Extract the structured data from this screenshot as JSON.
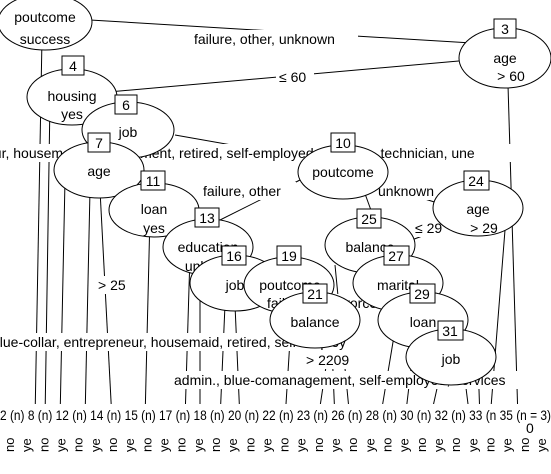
{
  "tree": {
    "nodes": [
      {
        "id": "1",
        "label": "poutcome",
        "split": "success"
      },
      {
        "id": "3",
        "label": "age",
        "split": "> 60"
      },
      {
        "id": "4",
        "label": "housing",
        "split": "yes"
      },
      {
        "id": "6",
        "label": "job",
        "split": ""
      },
      {
        "id": "7",
        "label": "age",
        "split": ""
      },
      {
        "id": "10",
        "label": "poutcome",
        "split": ""
      },
      {
        "id": "11",
        "label": "loan",
        "split": "yes"
      },
      {
        "id": "13",
        "label": "education",
        "split": "unkn"
      },
      {
        "id": "16",
        "label": "job",
        "split": ""
      },
      {
        "id": "19",
        "label": "poutcome",
        "split": "fail"
      },
      {
        "id": "21",
        "label": "balance",
        "split": ""
      },
      {
        "id": "24",
        "label": "age",
        "split": "> 29"
      },
      {
        "id": "25",
        "label": "balance",
        "split": ""
      },
      {
        "id": "27",
        "label": "marital",
        "split": ""
      },
      {
        "id": "29",
        "label": "loan",
        "split": "y"
      },
      {
        "id": "31",
        "label": "job",
        "split": ""
      }
    ],
    "edge_labels": [
      "failure, other, unknown",
      "≤ 60",
      "eur, housemaid, management, retired, self-employed, services, technician, une",
      "failure, other",
      "unknown",
      "≤ 29",
      "> 25",
      "blue-collar, entrepreneur, housemaid, retired, self-employ",
      "divorced",
      "> 2209",
      "admin., blue-comanagement, self-employed, services"
    ],
    "leaf_text": "2 (n) 8 (n) 12 (n) 14 (n) 15 (n) 17 (n) 18 (n) 20 (n) 22 (n) 23 (n) 26 (n) 28 (n) 30 (n) 32 (n) 33 (n 35 (n = 3)",
    "leaf_axis_labels": [
      "no",
      "ye",
      "no",
      "ye",
      "no",
      "ye",
      "no",
      "ye",
      "no",
      "ye",
      "no",
      "ye",
      "no",
      "ye",
      "no",
      "ye",
      "no",
      "ye",
      "no",
      "ye",
      "no",
      "ye",
      "no",
      "ye",
      "no",
      "ye",
      "no",
      "ye",
      "no",
      "ye",
      "no",
      "ye"
    ],
    "bottom_right_tick": "0"
  }
}
